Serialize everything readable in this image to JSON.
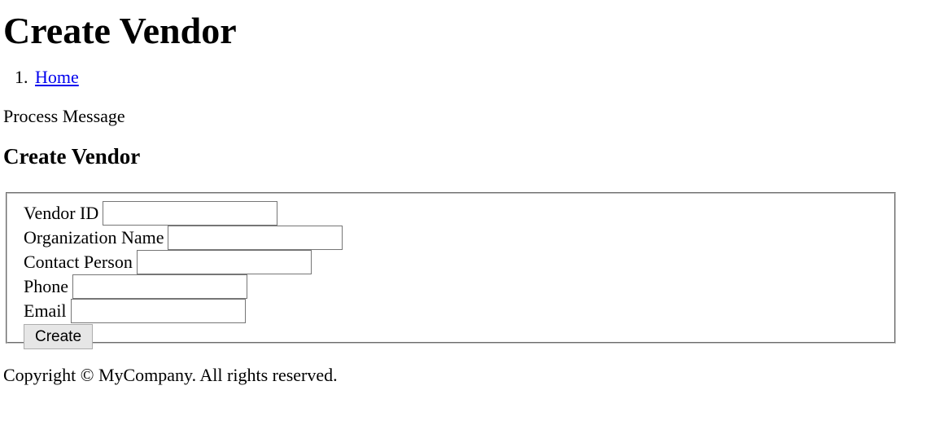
{
  "header": {
    "title": "Create Vendor"
  },
  "breadcrumb": {
    "items": [
      {
        "label": "Home"
      }
    ]
  },
  "process_message": "Process Message",
  "form": {
    "title": "Create Vendor",
    "fields": [
      {
        "label": "Vendor ID",
        "value": "",
        "placeholder": ""
      },
      {
        "label": "Organization Name",
        "value": "",
        "placeholder": ""
      },
      {
        "label": "Contact Person",
        "value": "",
        "placeholder": ""
      },
      {
        "label": "Phone",
        "value": "",
        "placeholder": ""
      },
      {
        "label": "Email",
        "value": "",
        "placeholder": ""
      }
    ],
    "submit_label": "Create"
  },
  "footer": {
    "text": "Copyright © MyCompany. All rights reserved."
  }
}
